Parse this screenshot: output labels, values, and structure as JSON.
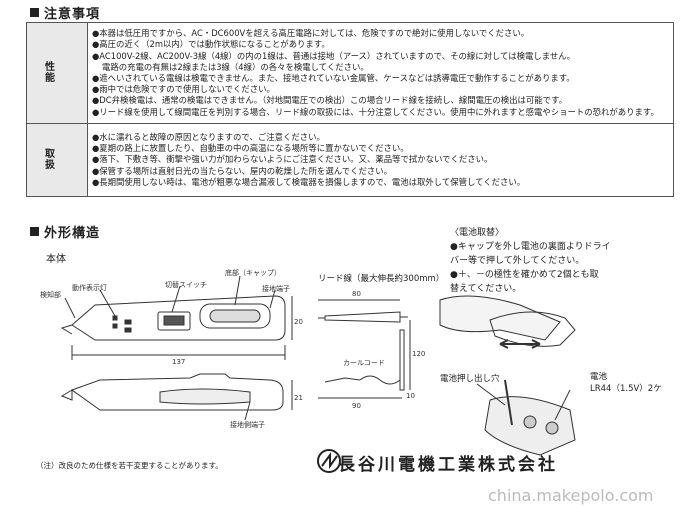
{
  "notes": {
    "heading": "注意事項",
    "rows": [
      {
        "label": "性 能",
        "lines": [
          "●本器は低圧用ですから、AC・DC600Vを超える高圧電路に対しては、危険ですので絶対に使用しないでください。",
          "●高圧の近く（2m以内）では動作状態になることがあります。",
          "●AC100V-2線、AC200V-3線（4線）の内の1線は、普通は接地（アース）されていますので、その線に対しては検電しません。",
          "  電路の充電の有無は2線または3線（4線）の各々を検電してください。",
          "●遮へいされている電線は検電できません。また、接地されていない金属管、ケースなどは誘導電圧で動作することがあります。",
          "●雨中では危険ですので使用しないでください。",
          "●DC弁検検電は、通常の検電はできません。（対地間電圧での検出）この場合リード線を接続し、線間電圧の検出は可能です。",
          "●リード線を使用して線間電圧を判別する場合、リード線の取扱には、十分注意してください。使用中に外れますと感電やショートの恐れがあります。"
        ]
      },
      {
        "label": "取 扱",
        "lines": [
          "●水に濡れると故障の原因となりますので、ご注意ください。",
          "●夏期の路上に放置したり、自動車の中の高温になる場所等に置かないでください。",
          "●落下、下敷き等、衝撃や強い力が加わらないようにご注意ください。又、薬品等で拭かないでください。",
          "●保管する場所は直射日光の当たらない、屋内の乾燥した所を選んでください。",
          "●長期間使用しない時は、電池が粗悪な場合漏液して検電器を損傷しますので、電池は取外して保管してください。"
        ]
      }
    ]
  },
  "structure": {
    "heading": "外形構造",
    "body_label": "本体",
    "labels": {
      "detector": "検知部",
      "indicator": "動作表示灯",
      "switch": "切替スイッチ",
      "cap": "底部（キャップ）",
      "ground_terminal": "接地端子",
      "lead_title": "リード線（最大伸長約300mm）",
      "curl_cord": "カールコード",
      "ground_side_terminal": "接地側端子"
    },
    "dims": {
      "length": "137",
      "width_w": "20",
      "height": "21",
      "lead_w": "80",
      "lead_h": "120",
      "lead_bottom": "90",
      "lead_side": "10"
    }
  },
  "battery": {
    "title": "〈電池取替〉",
    "lines": [
      "●キャップを外し電池の裏面よりドライ",
      "  バー等で押して外してください。",
      "●＋、－の極性を確かめて2個とも取",
      "  替えてください。"
    ],
    "label_hole": "電池押し出し穴",
    "label_battery": "電池",
    "label_spec": "LR44（1.5V）2ケ"
  },
  "footer": {
    "note": "（注）改良のため仕様を若干変更することがあります。",
    "company": "長谷川電機工業株式会社",
    "watermark": "china.makepolo.com"
  }
}
